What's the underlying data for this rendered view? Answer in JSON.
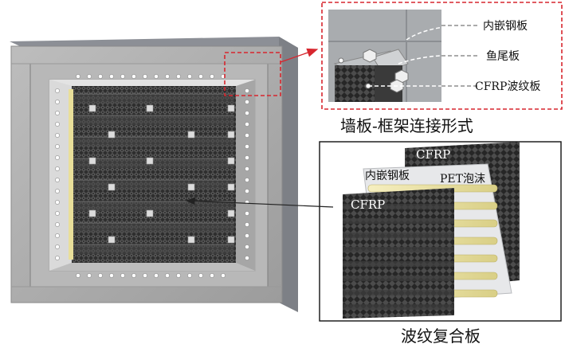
{
  "joint_detail": {
    "labels": {
      "embedded_steel_plate": "内嵌钢板",
      "fishtail_plate": "鱼尾板",
      "cfrp_corrugated_plate": "CFRP波纹板"
    },
    "caption": "墙板-框架连接形式"
  },
  "composite_panel": {
    "layers": {
      "cfrp_back": "CFRP",
      "embedded_steel_plate": "内嵌钢板",
      "pet_foam": "PET泡沫",
      "cfrp_front": "CFRP"
    },
    "caption": "波纹复合板"
  },
  "colors": {
    "highlight_red": "#d7262e",
    "frame_grey": "#a9a9a9",
    "cfrp_dark": "#2b2b2b",
    "foam_yellow": "#e6dd98"
  }
}
